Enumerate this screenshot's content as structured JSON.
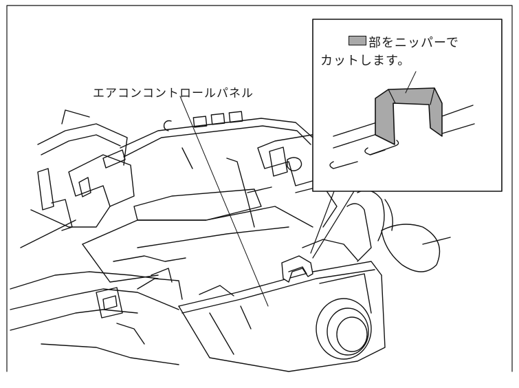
{
  "labels": {
    "panel": "エアコンコントロールパネル",
    "inset_line1": "部をニッパーで",
    "inset_line2": "カットします。"
  },
  "colors": {
    "cut_highlight": "#a9a9a9",
    "line": "#111111",
    "background": "#ffffff"
  }
}
